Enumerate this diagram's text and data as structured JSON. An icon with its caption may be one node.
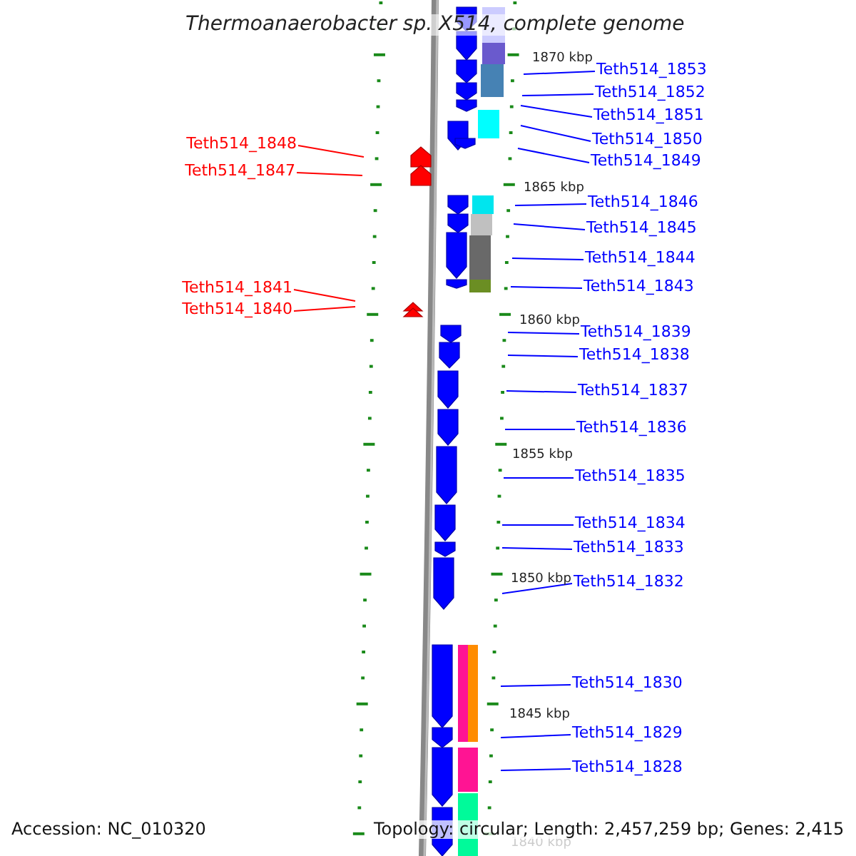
{
  "diagram": {
    "title": "Thermoanaerobacter sp. X514, complete genome",
    "nodes": [
      {
        "text": [
          "Teth514_1853"
        ]
      },
      {
        "text": [
          "Teth514_1852"
        ]
      },
      {
        "text": [
          "Teth514_1851"
        ]
      },
      {
        "text": [
          "Teth514_1850"
        ]
      },
      {
        "text": [
          "Teth514_1848"
        ]
      },
      {
        "text": [
          "Teth514_1849"
        ]
      },
      {
        "text": [
          "Teth514_1847"
        ]
      },
      {
        "text": [
          "Teth514_1846"
        ]
      },
      {
        "text": [
          "Teth514_1845"
        ]
      },
      {
        "text": [
          "Teth514_1844"
        ]
      },
      {
        "text": [
          "Teth514_1843"
        ]
      },
      {
        "text": [
          "Teth514_1841"
        ]
      },
      {
        "text": [
          "Teth514_1840"
        ]
      },
      {
        "text": [
          "Teth514_1839"
        ]
      },
      {
        "text": [
          "Teth514_1838"
        ]
      },
      {
        "text": [
          "Teth514_1837"
        ]
      },
      {
        "text": [
          "Teth514_1836"
        ]
      },
      {
        "text": [
          "Teth514_1835"
        ]
      },
      {
        "text": [
          "Teth514_1834"
        ]
      },
      {
        "text": [
          "Teth514_1833"
        ]
      },
      {
        "text": [
          "Teth514_1832"
        ]
      },
      {
        "text": [
          "Teth514_1830"
        ]
      },
      {
        "text": [
          "Teth514_1829"
        ]
      },
      {
        "text": [
          "Teth514_1828"
        ]
      }
    ],
    "edges": [
      {
        "from": 0,
        "to": null,
        "arrow": "none"
      },
      {
        "from": 1,
        "to": null,
        "arrow": "none"
      },
      {
        "from": 2,
        "to": null,
        "arrow": "none"
      },
      {
        "from": 3,
        "to": null,
        "arrow": "none"
      },
      {
        "from": 4,
        "to": null,
        "arrow": "none",
        "color": "#ff0000"
      },
      {
        "from": 5,
        "to": null,
        "arrow": "none"
      },
      {
        "from": 6,
        "to": null,
        "arrow": "none",
        "color": "#ff0000"
      },
      {
        "from": 7,
        "to": null,
        "arrow": "none"
      },
      {
        "from": 8,
        "to": null,
        "arrow": "none"
      },
      {
        "from": 9,
        "to": null,
        "arrow": "none"
      },
      {
        "from": 10,
        "to": null,
        "arrow": "none"
      },
      {
        "from": 11,
        "to": null,
        "arrow": "none",
        "color": "#ff0000"
      },
      {
        "from": 12,
        "to": null,
        "arrow": "none",
        "color": "#ff0000"
      },
      {
        "from": 13,
        "to": null,
        "arrow": "none"
      },
      {
        "from": 14,
        "to": null,
        "arrow": "none"
      },
      {
        "from": 15,
        "to": null,
        "arrow": "none"
      },
      {
        "from": 16,
        "to": null,
        "arrow": "none"
      },
      {
        "from": 17,
        "to": null,
        "arrow": "none"
      },
      {
        "from": 18,
        "to": null,
        "arrow": "none"
      },
      {
        "from": 19,
        "to": null,
        "arrow": "none"
      },
      {
        "from": 20,
        "to": null,
        "arrow": "none"
      },
      {
        "from": 21,
        "to": null,
        "arrow": "none"
      },
      {
        "from": 22,
        "to": null,
        "arrow": "none"
      },
      {
        "from": 23,
        "to": null,
        "arrow": "none"
      }
    ],
    "labels": [
      "1870 kbp",
      "1865 kbp",
      "1860 kbp",
      "1855 kbp",
      "1850 kbp",
      "1845 kbp",
      "Accession: NC_010320",
      "Topology: circular; Length: 2,457,259 bp; Genes: 2,415",
      "1840 kbp"
    ]
  }
}
